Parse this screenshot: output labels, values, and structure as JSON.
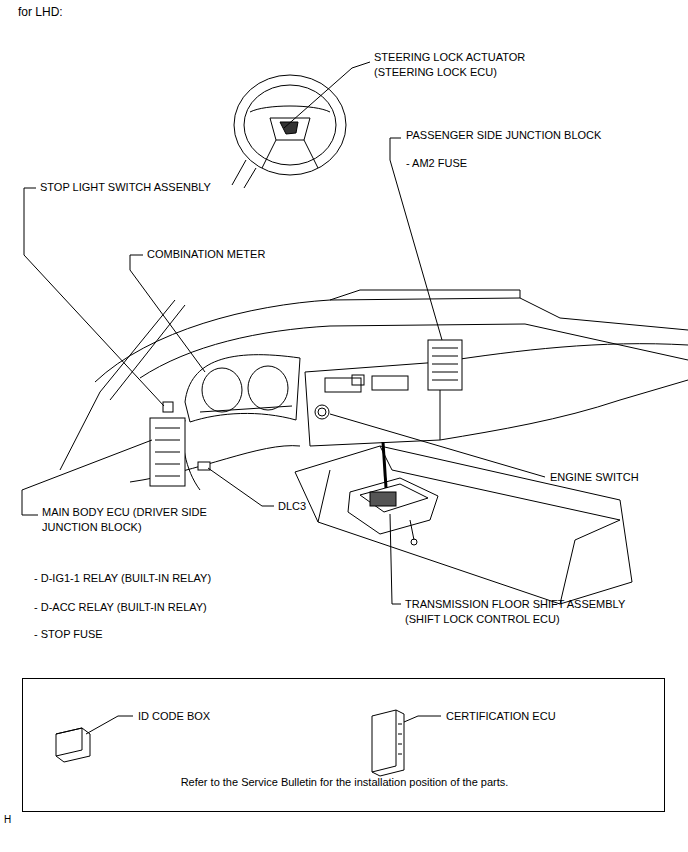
{
  "diagram": {
    "nodes": [
      {
        "text": [
          "ID CODE BOX",
          "CERTIFICATION ECU",
          "Refer to the Service Bulletin for the installation position of the parts."
        ]
      }
    ],
    "labels": [
      "for LHD:",
      "STEERING LOCK ACTUATOR (STEERING LOCK ECU)",
      "PASSENGER SIDE JUNCTION BLOCK",
      "- AM2 FUSE",
      "STOP LIGHT SWITCH ASSENBLY",
      "COMBINATION METER",
      "ENGINE SWITCH",
      "MAIN BODY ECU (DRIVER SIDE JUNCTION BLOCK)",
      "DLC3",
      "- D-IG1-1 RELAY (BUILT-IN RELAY)",
      "- D-ACC RELAY (BUILT-IN RELAY)",
      "- STOP FUSE",
      "TRANSMISSION FLOOR SHIFT ASSEMBLY (SHIFT LOCK CONTROL ECU)",
      "H"
    ]
  }
}
